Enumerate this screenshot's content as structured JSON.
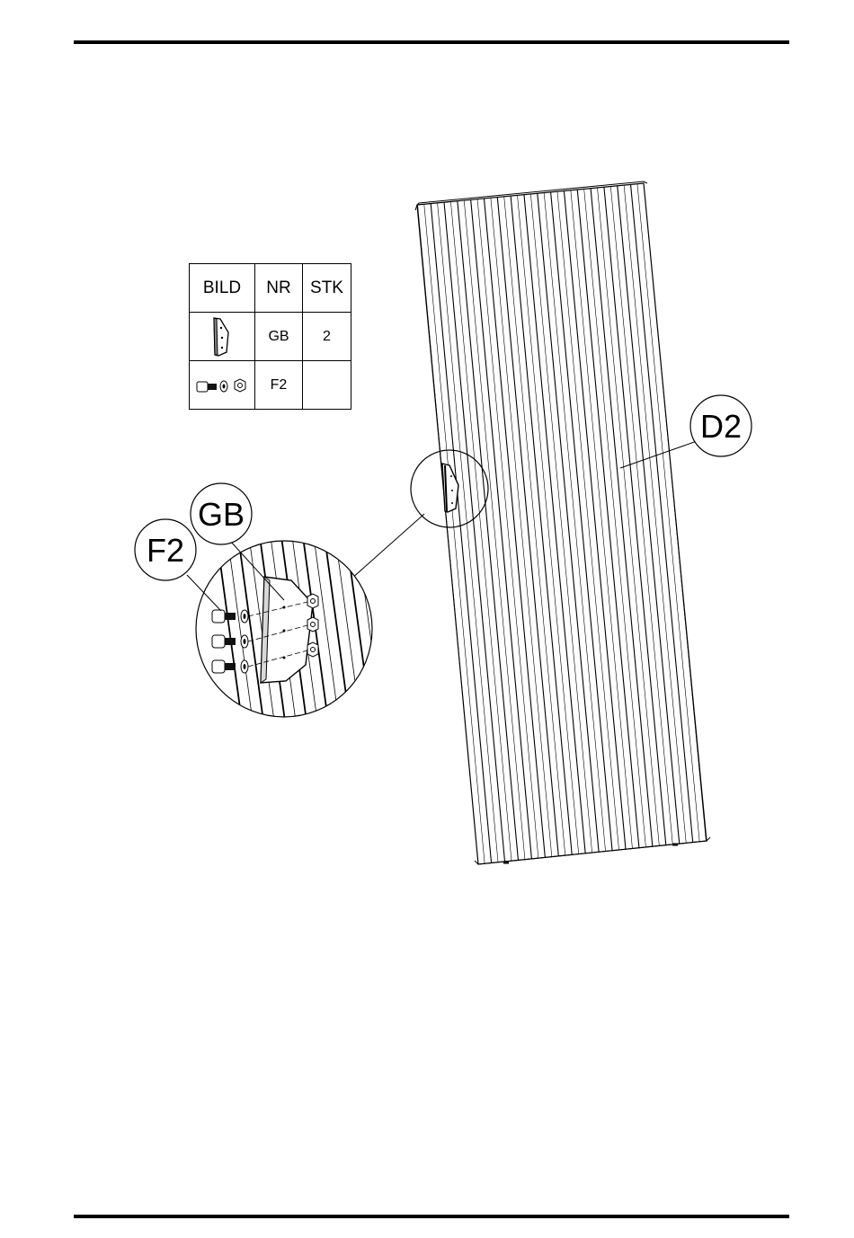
{
  "parts_table": {
    "headers": [
      "BILD",
      "NR",
      "STK"
    ],
    "rows": [
      {
        "icon": "corner-bracket-icon",
        "nr": "GB",
        "stk": "2"
      },
      {
        "icon": "bolt-washer-nut-icon",
        "nr": "F2",
        "stk": ""
      }
    ]
  },
  "callouts": {
    "panel": "D2",
    "bracket": "GB",
    "fastener": "F2"
  }
}
